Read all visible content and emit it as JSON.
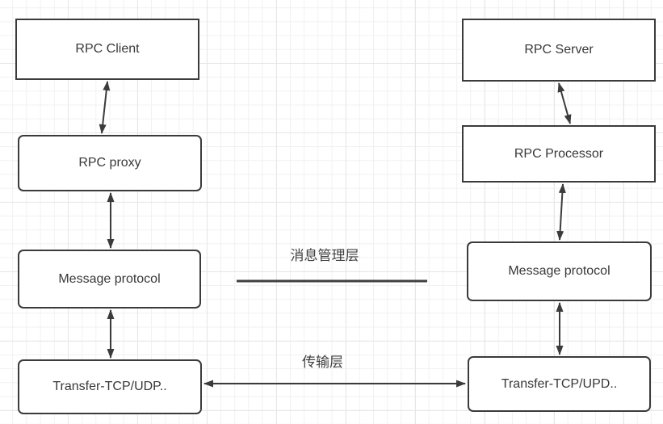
{
  "canvas": {
    "left_column": {
      "rpc_client": "RPC Client",
      "rpc_proxy": "RPC proxy",
      "message_protocol": "Message protocol",
      "transfer": "Transfer-TCP/UDP.."
    },
    "right_column": {
      "rpc_server": "RPC Server",
      "rpc_processor": "RPC Processor",
      "message_protocol": "Message protocol",
      "transfer": "Transfer-TCP/UPD.."
    },
    "layer_labels": {
      "message_layer": "消息管理层",
      "transport_layer": "传输层"
    },
    "colors": {
      "shape_border": "#3b3b3b",
      "shape_fill": "#ffffff",
      "text": "#383838",
      "connector": "#3b3b3b",
      "grid_minor": "#f1f1f1",
      "grid_major": "#e7e7e7",
      "background": "#ffffff"
    }
  }
}
